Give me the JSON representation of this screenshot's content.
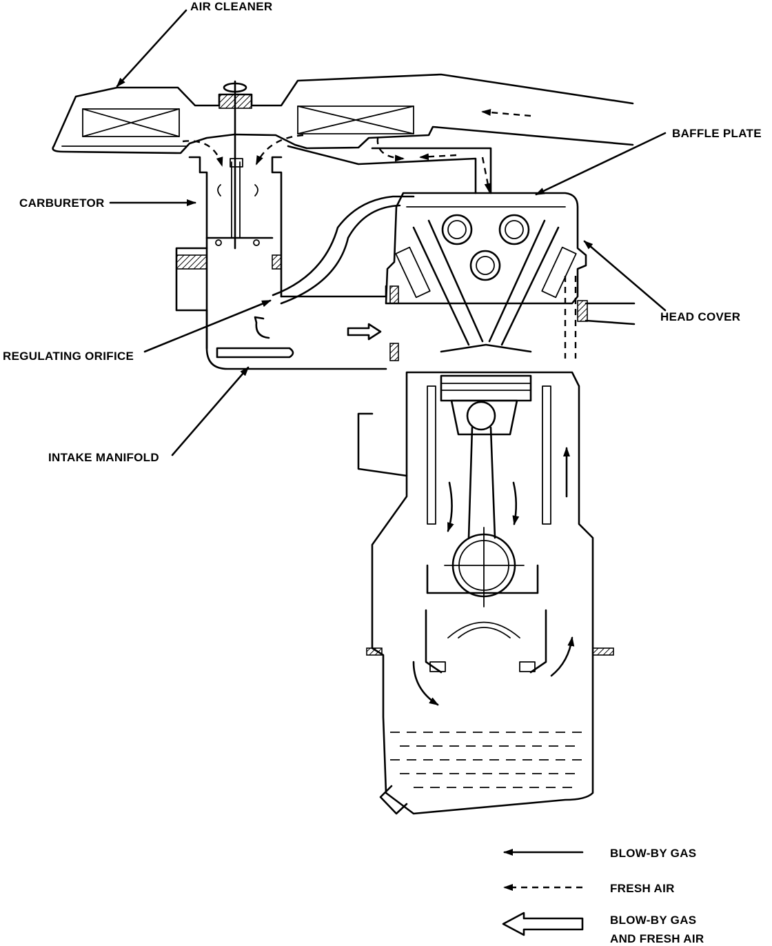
{
  "labels": {
    "air_cleaner": "AIR CLEANER",
    "baffle_plate": "BAFFLE PLATE",
    "carburetor": "CARBURETOR",
    "head_cover": "HEAD COVER",
    "regulating_orifice": "REGULATING ORIFICE",
    "intake_manifold": "INTAKE MANIFOLD"
  },
  "legend": {
    "blow_by_gas": "BLOW-BY GAS",
    "fresh_air": "FRESH AIR",
    "combined_line1": "BLOW-BY GAS",
    "combined_line2": "AND FRESH AIR"
  }
}
